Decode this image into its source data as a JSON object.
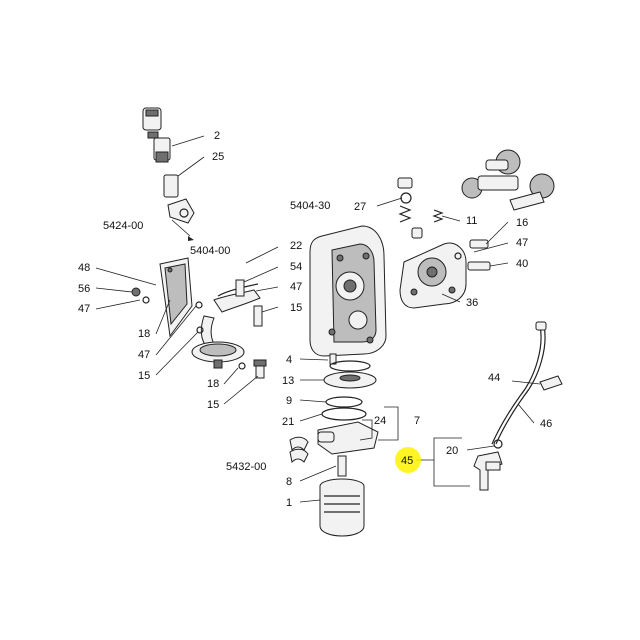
{
  "colors": {
    "highlight": "#fff200",
    "ink": "#222222"
  },
  "callouts": {
    "c2": "2",
    "c25": "25",
    "c5424_00": "5424-00",
    "c5404_00": "5404-00",
    "c22": "22",
    "c54": "54",
    "c47a": "47",
    "c15a": "15",
    "c48": "48",
    "c56": "56",
    "c47b": "47",
    "c18a": "18",
    "c47c": "47",
    "c15b": "15",
    "c18b": "18",
    "c15c": "15",
    "c5404_30": "5404-30",
    "c27": "27",
    "c11": "11",
    "c16": "16",
    "c47d": "47",
    "c40": "40",
    "c36": "36",
    "c4": "4",
    "c13": "13",
    "c9": "9",
    "c21": "21",
    "c24": "24",
    "c7": "7",
    "c5432_00": "5432-00",
    "c8": "8",
    "c1": "1",
    "c44": "44",
    "c46": "46",
    "c20": "20",
    "c45": "45"
  }
}
